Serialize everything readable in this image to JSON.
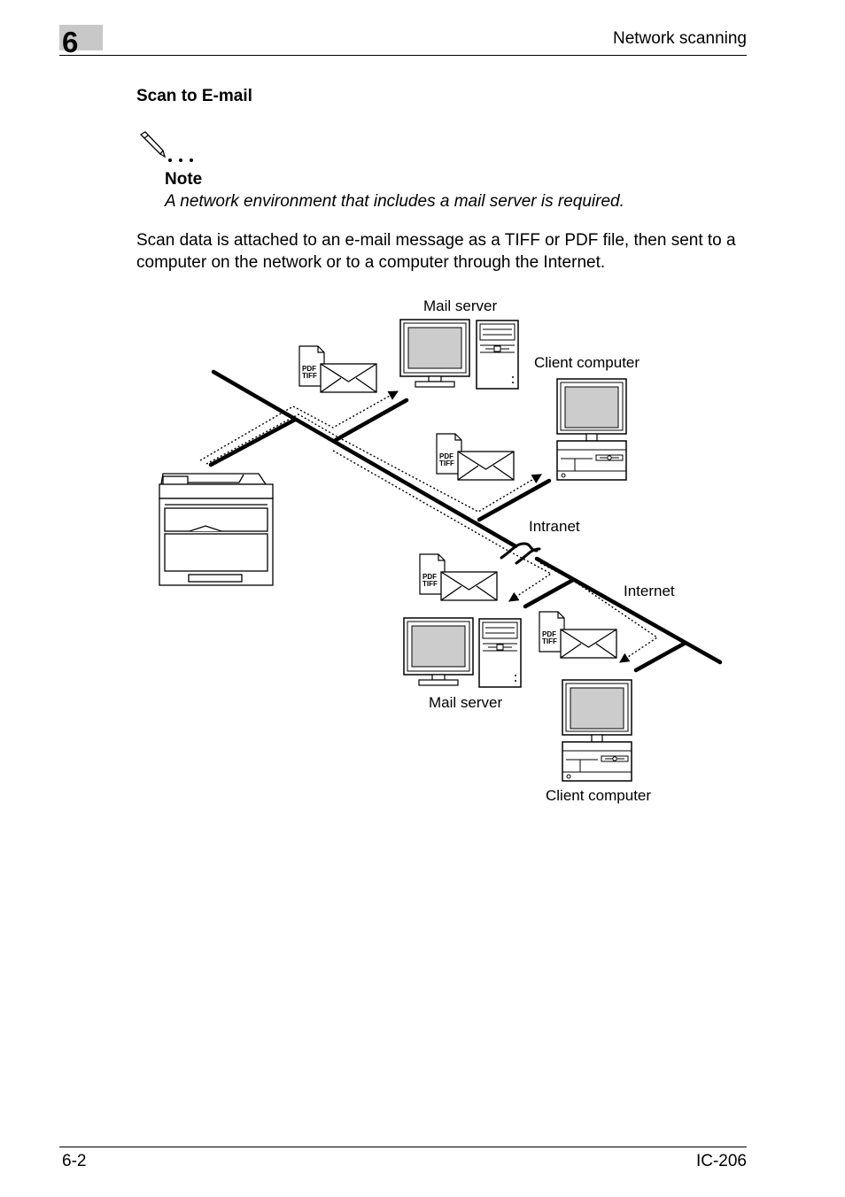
{
  "header": {
    "chapter_number": "6",
    "section": "Network scanning"
  },
  "section_title": "Scan to E-mail",
  "note": {
    "label": "Note",
    "text": "A network environment that includes a mail server is required."
  },
  "body_text": "Scan data is attached to an e-mail message as a TIFF or PDF file, then sent to a computer on the network or to a computer through the Internet.",
  "diagram": {
    "labels": {
      "mail_server_top": "Mail server",
      "client_computer_top": "Client computer",
      "intranet": "Intranet",
      "internet": "Internet",
      "mail_server_bottom": "Mail server",
      "client_computer_bottom": "Client computer"
    },
    "attachment_pdf": "PDF",
    "attachment_tiff": "TIFF"
  },
  "footer": {
    "page_number": "6-2",
    "product_code": "IC-206"
  }
}
